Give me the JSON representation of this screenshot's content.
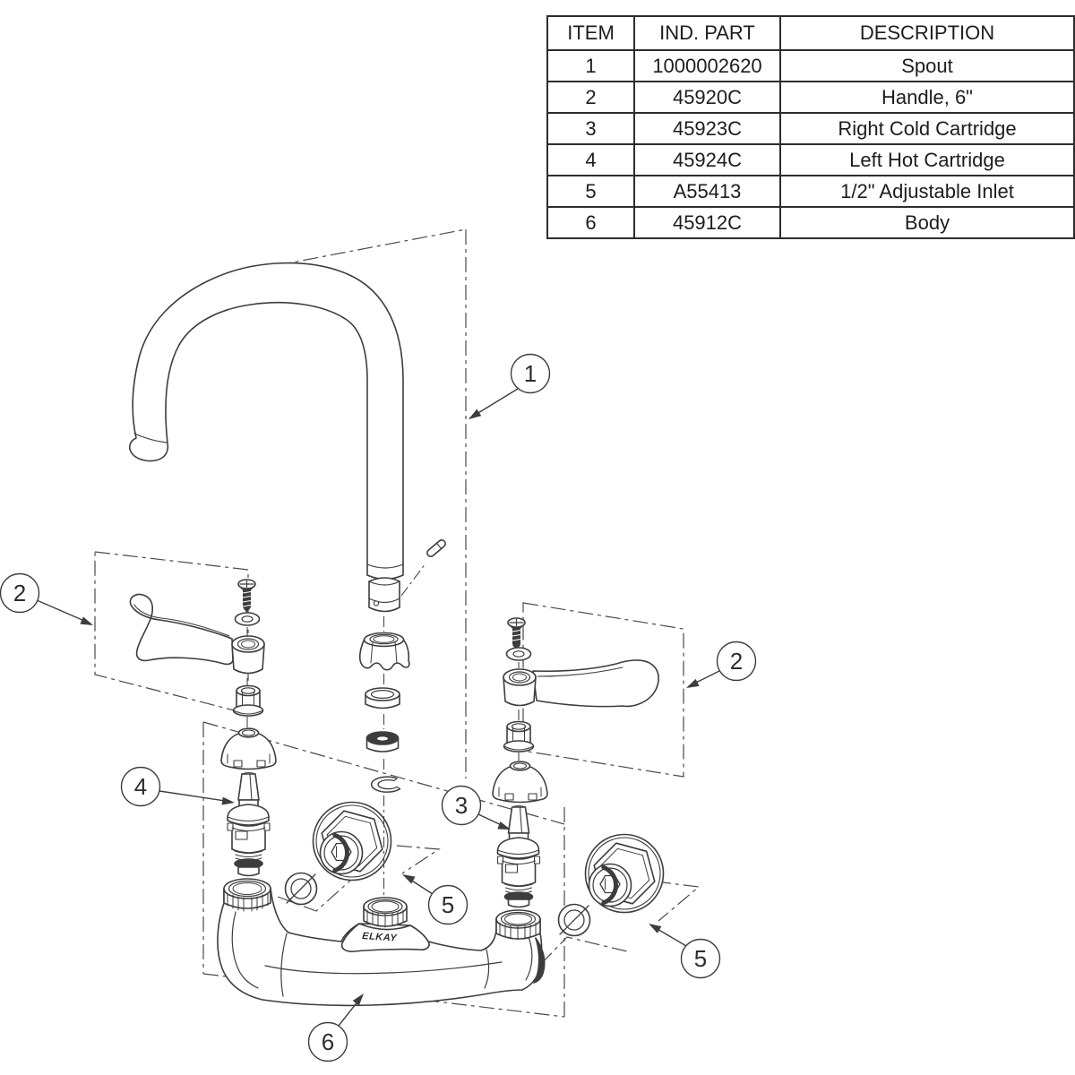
{
  "table": {
    "headers": [
      "ITEM",
      "IND. PART",
      "DESCRIPTION"
    ],
    "rows": [
      [
        "1",
        "1000002620",
        "Spout"
      ],
      [
        "2",
        "45920C",
        "Handle, 6\""
      ],
      [
        "3",
        "45923C",
        "Right Cold Cartridge"
      ],
      [
        "4",
        "45924C",
        "Left Hot Cartridge"
      ],
      [
        "5",
        "A55413",
        "1/2\" Adjustable Inlet"
      ],
      [
        "6",
        "45912C",
        "Body"
      ]
    ]
  },
  "callouts": {
    "spout": "1",
    "handle_left": "2",
    "handle_right": "2",
    "cartridge_right": "3",
    "cartridge_left": "4",
    "inlet_center": "5",
    "inlet_right": "5",
    "body": "6"
  },
  "brand": "ELKAY",
  "colors": {
    "line": "#3d3d3d",
    "phantom": "#4a4a4a",
    "dark_fill": "#3d3d3d",
    "background": "#ffffff"
  }
}
